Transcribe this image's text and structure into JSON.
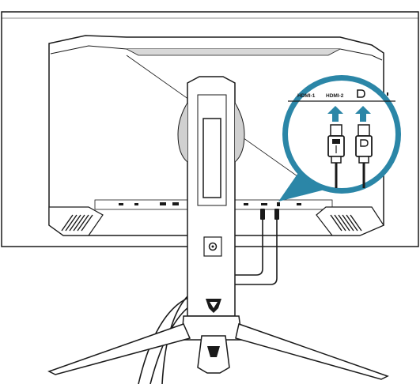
{
  "ports": {
    "hdmi1": "HDMI-1",
    "hdmi2": "HDMI-2",
    "dp_symbol": "D"
  },
  "colors": {
    "accent": "#2b86a7",
    "outline": "#1a1a1a",
    "shade": "#bdbdbd",
    "background": "#ffffff"
  },
  "icons": [
    "usb-icon",
    "power-icon",
    "headphone-icon",
    "displayport-icon",
    "arrow-up-icon",
    "lock-icon",
    "brand-logo"
  ]
}
